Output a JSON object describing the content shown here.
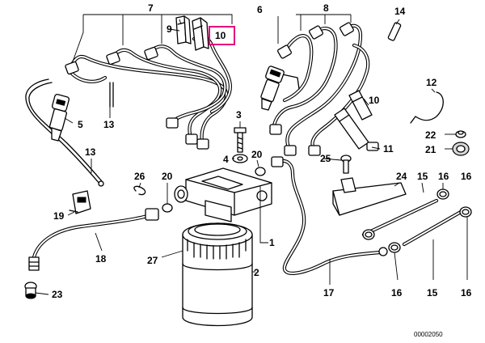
{
  "callouts": {
    "c1": "1",
    "c2": "2",
    "c3": "3",
    "c4": "4",
    "c5": "5",
    "c6": "6",
    "c7": "7",
    "c8": "8",
    "c9": "9",
    "c10a": "10",
    "c10b": "10",
    "c11": "11",
    "c12": "12",
    "c13a": "13",
    "c13b": "13",
    "c14": "14",
    "c15a": "15",
    "c15b": "15",
    "c16a": "16",
    "c16b": "16",
    "c16c": "16",
    "c16d": "16",
    "c17": "17",
    "c18": "18",
    "c19": "19",
    "c20a": "20",
    "c20b": "20",
    "c21": "21",
    "c22": "22",
    "c23": "23",
    "c24": "24",
    "c25": "25",
    "c26": "26",
    "c27": "27"
  },
  "diagram_ref": "00002050",
  "highlight_color": "#e4007c"
}
